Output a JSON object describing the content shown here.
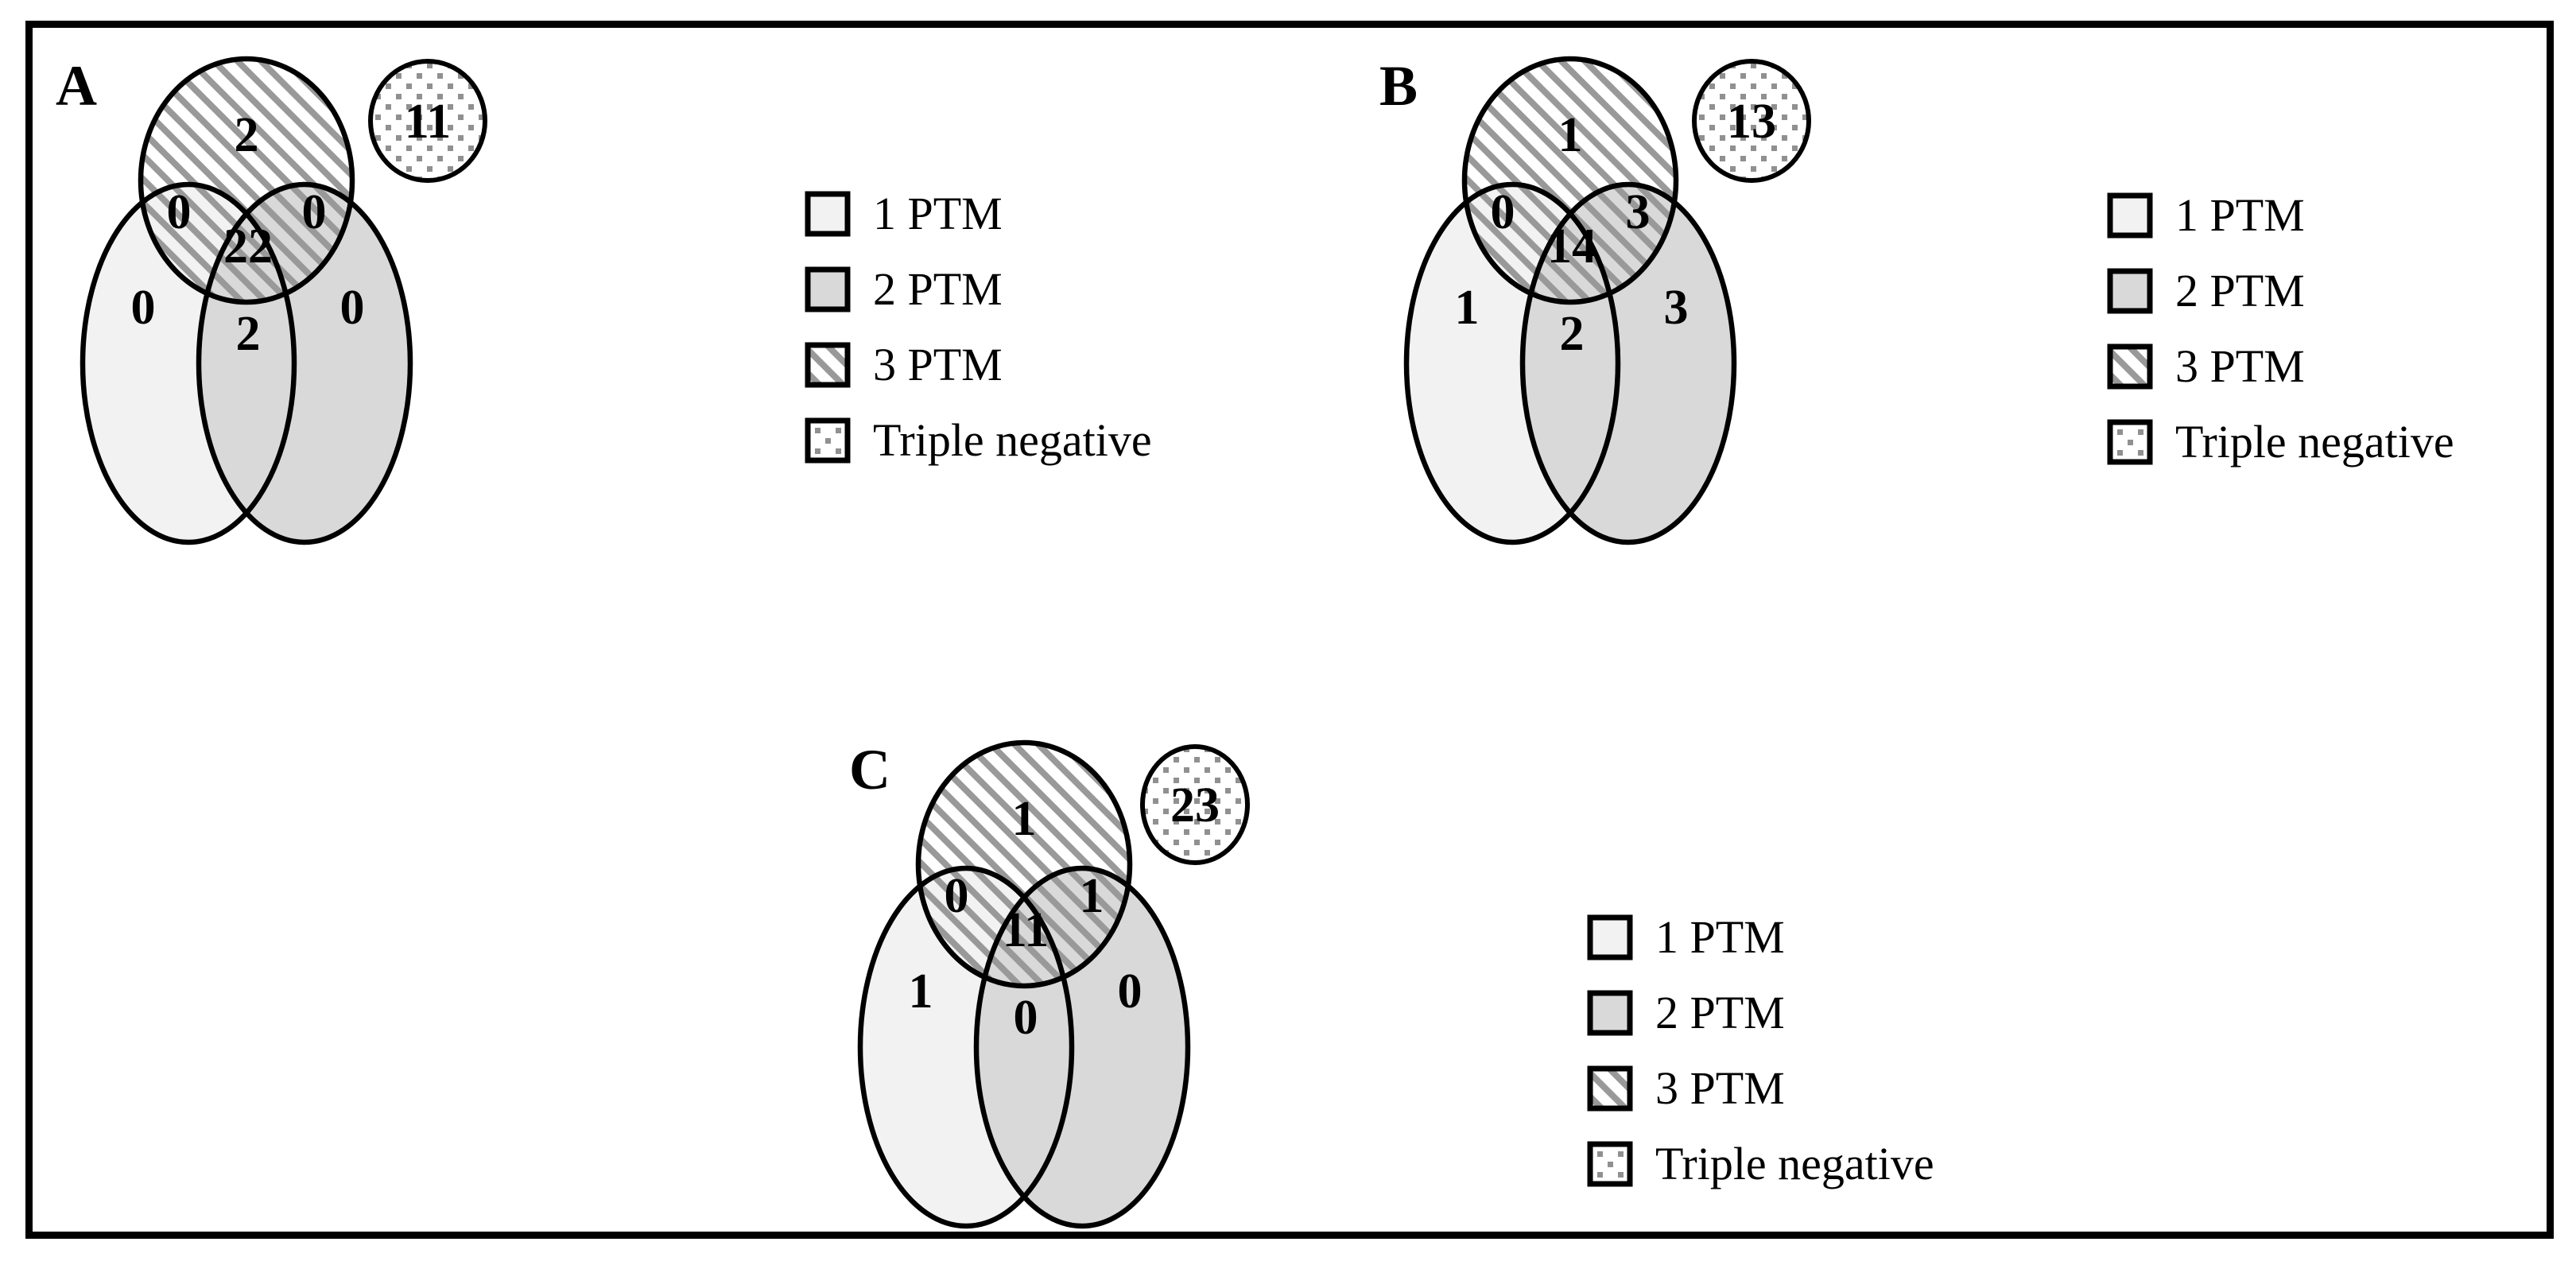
{
  "figure": {
    "panel_a": {
      "label": "A",
      "regions": {
        "ptm3_only": "2",
        "ptm1_and_ptm3": "0",
        "ptm2_and_ptm3": "0",
        "all_three": "22",
        "ptm1_only": "0",
        "ptm1_and_ptm2": "2",
        "ptm2_only": "0",
        "triple_negative": "11"
      }
    },
    "panel_b": {
      "label": "B",
      "regions": {
        "ptm3_only": "1",
        "ptm1_and_ptm3": "0",
        "ptm2_and_ptm3": "3",
        "all_three": "14",
        "ptm1_only": "1",
        "ptm1_and_ptm2": "2",
        "ptm2_only": "3",
        "triple_negative": "13"
      }
    },
    "panel_c": {
      "label": "C",
      "regions": {
        "ptm3_only": "1",
        "ptm1_and_ptm3": "0",
        "ptm2_and_ptm3": "1",
        "all_three": "11",
        "ptm1_only": "1",
        "ptm1_and_ptm2": "0",
        "ptm2_only": "0",
        "triple_negative": "23"
      }
    },
    "legend": {
      "items": [
        {
          "label": "1 PTM",
          "swatch": "light-fill"
        },
        {
          "label": "2 PTM",
          "swatch": "gray-fill"
        },
        {
          "label": "3 PTM",
          "swatch": "diagonal-hatch"
        },
        {
          "label": "Triple negative",
          "swatch": "sparse-dots"
        }
      ]
    },
    "colors": {
      "ptm1_fill": "#f2f2f2",
      "ptm2_fill": "#d9d9d9",
      "hatch_stripe": "#999999",
      "dot_color": "#909090",
      "outline": "#000000"
    }
  },
  "chart_data": {
    "type": "venn",
    "sets": [
      "1 PTM",
      "2 PTM",
      "3 PTM",
      "Triple negative"
    ],
    "panels": [
      {
        "panel": "A",
        "ptm3_only": 2,
        "ptm1_and_ptm3": 0,
        "ptm2_and_ptm3": 0,
        "all_three": 22,
        "ptm1_only": 0,
        "ptm1_and_ptm2": 2,
        "ptm2_only": 0,
        "triple_negative": 11
      },
      {
        "panel": "B",
        "ptm3_only": 1,
        "ptm1_and_ptm3": 0,
        "ptm2_and_ptm3": 3,
        "all_three": 14,
        "ptm1_only": 1,
        "ptm1_and_ptm2": 2,
        "ptm2_only": 3,
        "triple_negative": 13
      },
      {
        "panel": "C",
        "ptm3_only": 1,
        "ptm1_and_ptm3": 0,
        "ptm2_and_ptm3": 1,
        "all_three": 11,
        "ptm1_only": 1,
        "ptm1_and_ptm2": 0,
        "ptm2_only": 0,
        "triple_negative": 23
      }
    ]
  }
}
